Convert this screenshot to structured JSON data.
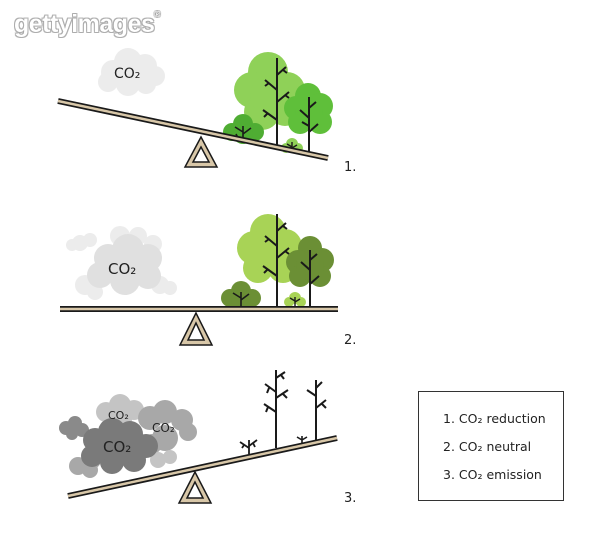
{
  "watermark": {
    "text": "gettyimages",
    "mark": "®"
  },
  "colors": {
    "plank_fill": "#d8c7a8",
    "plank_stroke": "#1a1a1a",
    "tree_light": "#8fd158",
    "tree_mid": "#5fbf3a",
    "tree_dark": "#4a9a2e",
    "tree_olive": "#6b8f35",
    "cloud_light": "#ececec",
    "cloud_mid": "#bdbdbd",
    "cloud_dark": "#8a8a8a",
    "legend_border": "#333333"
  },
  "panels": [
    {
      "id": 1,
      "number_label": "1.",
      "state": "CO2 reduction",
      "cloud_labels": [
        "CO₂"
      ],
      "tilt": "right side down"
    },
    {
      "id": 2,
      "number_label": "2.",
      "state": "CO2 neutral",
      "cloud_labels": [
        "CO₂"
      ],
      "tilt": "balanced"
    },
    {
      "id": 3,
      "number_label": "3.",
      "state": "CO2 emission",
      "cloud_labels": [
        "CO₂",
        "CO₂",
        "CO₂"
      ],
      "tilt": "left side down"
    }
  ],
  "legend": {
    "items": [
      {
        "label": "1. CO₂ reduction"
      },
      {
        "label": "2. CO₂ neutral"
      },
      {
        "label": "3. CO₂ emission"
      }
    ]
  }
}
